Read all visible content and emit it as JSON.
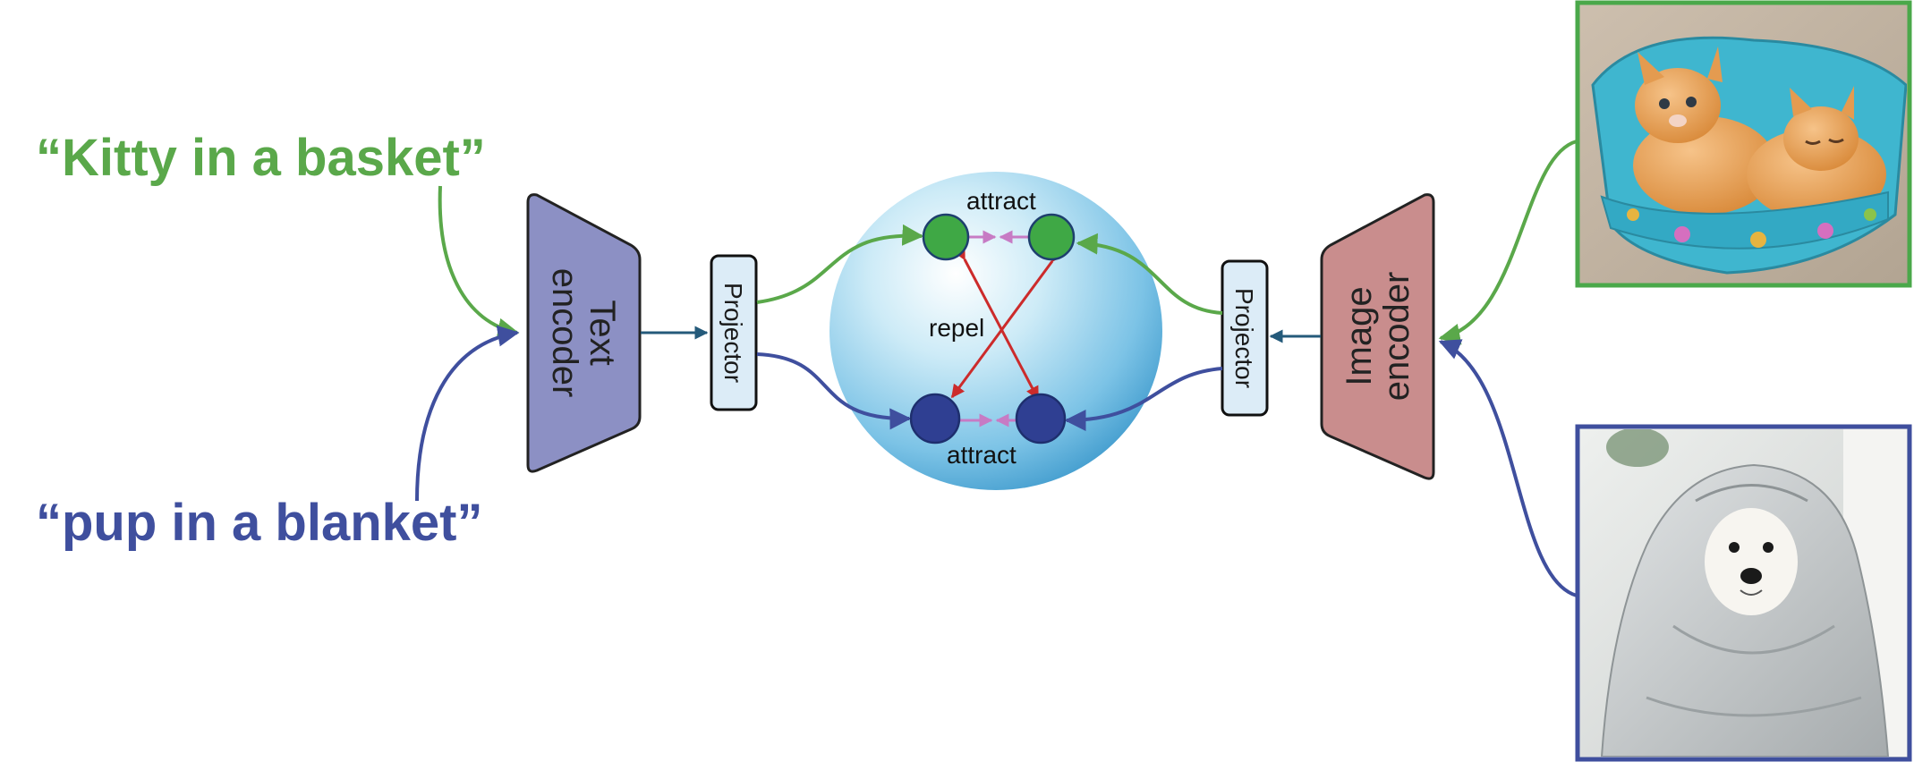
{
  "captions": {
    "cat": "“Kitty in a basket”",
    "dog": "“pup in a blanket”"
  },
  "text_encoder": {
    "line1": "Text",
    "line2": "encoder"
  },
  "image_encoder": {
    "line1": "Image",
    "line2": "encoder"
  },
  "projector_label": "Projector",
  "embedding_space": {
    "attract_top": "attract",
    "attract_bottom": "attract",
    "repel": "repel"
  },
  "colors": {
    "cat_green": "#5aa84a",
    "dog_blue": "#3f4f9e",
    "text_encoder_fill": "#8c90c4",
    "image_encoder_fill": "#c98d8d",
    "projector_fill": "#dcecf7",
    "repel_red": "#cc2b2b",
    "attract_pink": "#c77bc4",
    "green_node": "#3fa845",
    "blue_node": "#2f3f92",
    "arrow_dark": "#245a7a"
  },
  "images": {
    "cat_photo": "two orange kittens in blue felt basket",
    "dog_photo": "white puppy wrapped in grey blanket"
  }
}
